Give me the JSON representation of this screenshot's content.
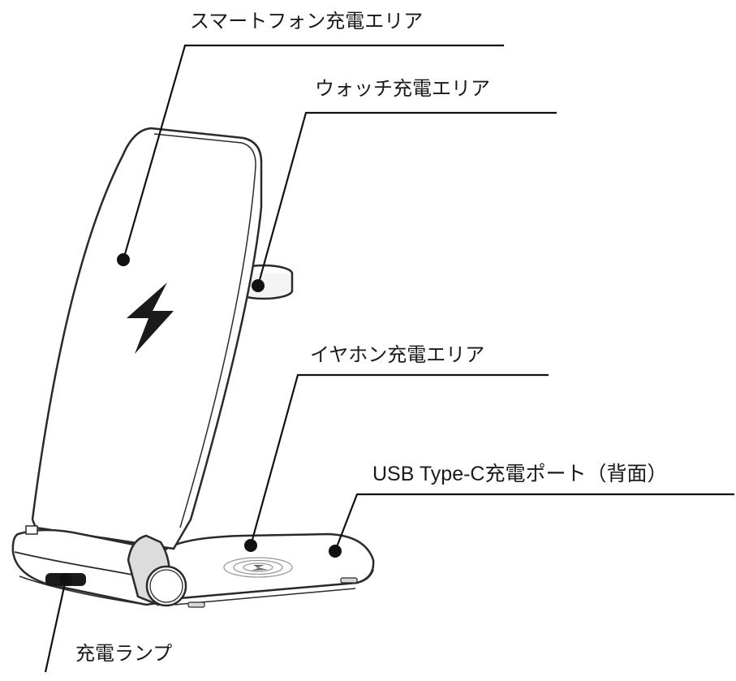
{
  "callouts": {
    "phone_area": "スマートフォン充電エリア",
    "watch_area": "ウォッチ充電エリア",
    "earphone_area": "イヤホン充電エリア",
    "usb_port": "USB Type-C充電ポート（背面）",
    "charge_lamp": "充電ランプ"
  },
  "icons": {
    "charging_symbol": "lightning-bolt-icon",
    "wireless_pad_symbol": "lightning-bolt-icon"
  },
  "colors": {
    "outline": "#2a2a2a",
    "fill": "#ffffff",
    "shade": "#cfcfcf",
    "bolt": "#1a1a1a"
  }
}
